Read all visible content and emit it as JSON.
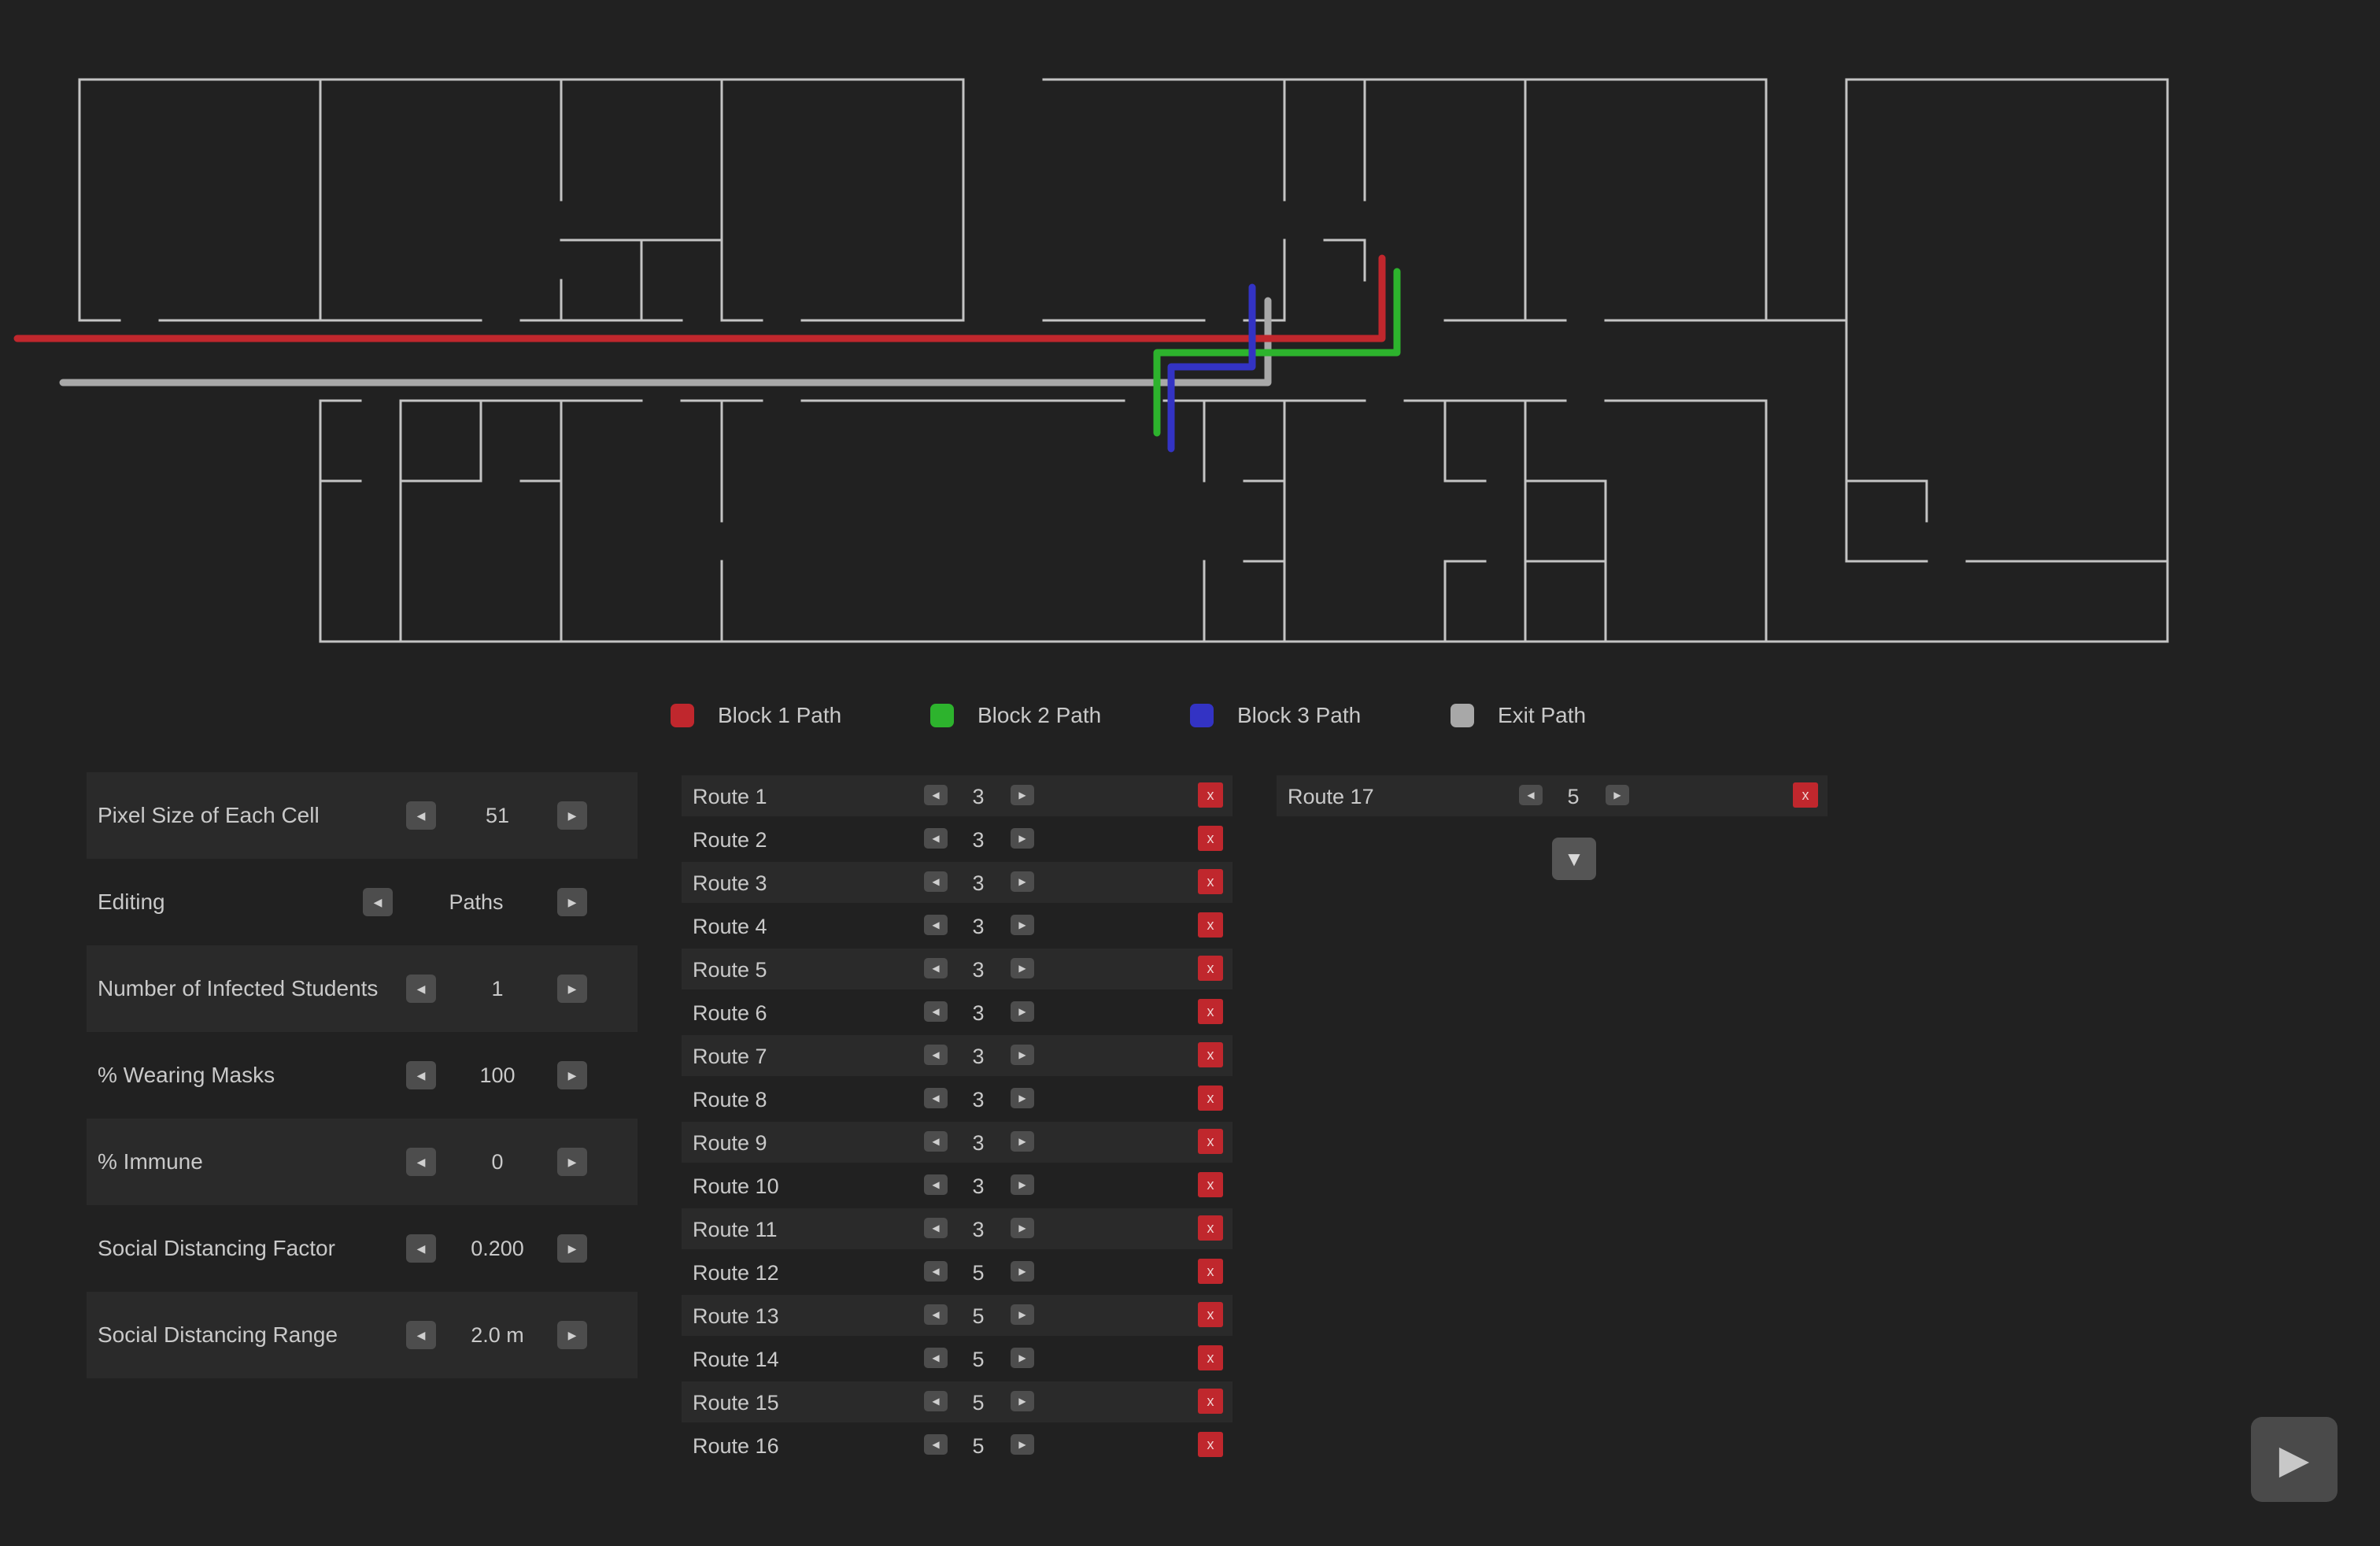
{
  "legend": [
    {
      "label": "Block 1 Path",
      "color": "#c0272d"
    },
    {
      "label": "Block 2 Path",
      "color": "#2db32d"
    },
    {
      "label": "Block 3 Path",
      "color": "#3333c4"
    },
    {
      "label": "Exit Path",
      "color": "#a8a8a8"
    }
  ],
  "settings": [
    {
      "label": "Pixel Size of Each Cell",
      "value": "51"
    },
    {
      "label": "Editing",
      "value": "Paths"
    },
    {
      "label": "Number of Infected Students",
      "value": "1"
    },
    {
      "label": "% Wearing Masks",
      "value": "100"
    },
    {
      "label": "% Immune",
      "value": "0"
    },
    {
      "label": "Social Distancing Factor",
      "value": "0.200"
    },
    {
      "label": "Social Distancing Range",
      "value": "2.0 m"
    }
  ],
  "routes": [
    {
      "label": "Route 1",
      "value": "3"
    },
    {
      "label": "Route 2",
      "value": "3"
    },
    {
      "label": "Route 3",
      "value": "3"
    },
    {
      "label": "Route 4",
      "value": "3"
    },
    {
      "label": "Route 5",
      "value": "3"
    },
    {
      "label": "Route 6",
      "value": "3"
    },
    {
      "label": "Route 7",
      "value": "3"
    },
    {
      "label": "Route 8",
      "value": "3"
    },
    {
      "label": "Route 9",
      "value": "3"
    },
    {
      "label": "Route 10",
      "value": "3"
    },
    {
      "label": "Route 11",
      "value": "3"
    },
    {
      "label": "Route 12",
      "value": "5"
    },
    {
      "label": "Route 13",
      "value": "5"
    },
    {
      "label": "Route 14",
      "value": "5"
    },
    {
      "label": "Route 15",
      "value": "5"
    },
    {
      "label": "Route 16",
      "value": "5"
    },
    {
      "label": "Route 17",
      "value": "5"
    }
  ],
  "icons": {
    "decrement": "◀",
    "increment": "▶",
    "delete": "x",
    "add_route": "▼",
    "play": "▶"
  }
}
